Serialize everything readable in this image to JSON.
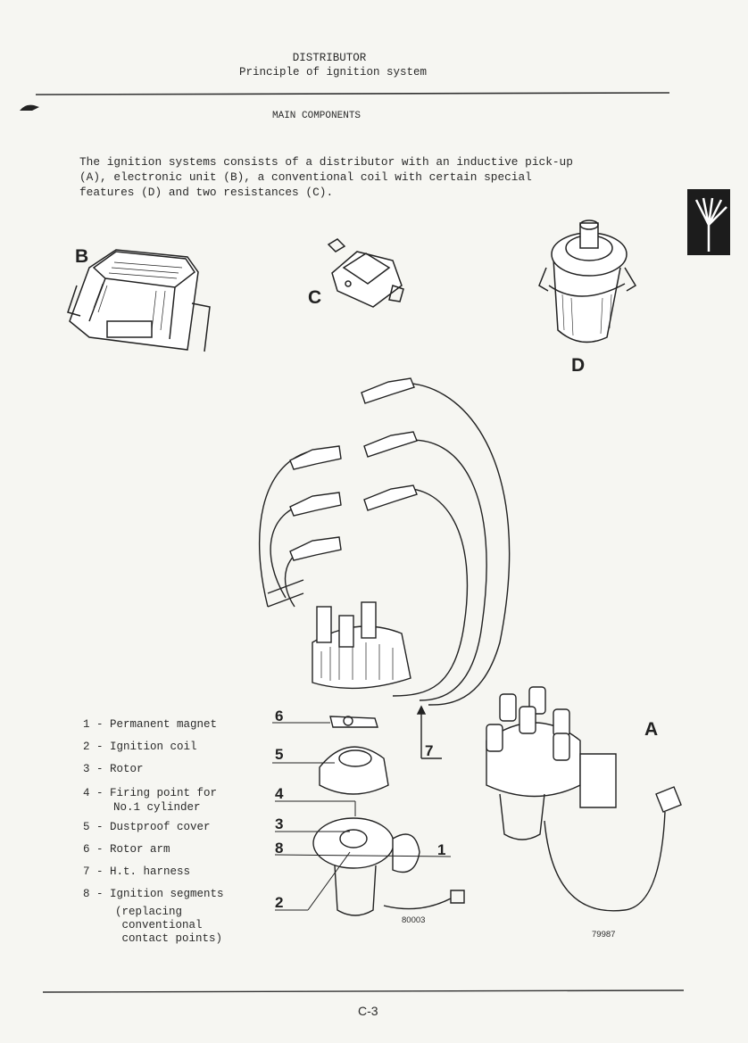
{
  "header": {
    "title": "DISTRIBUTOR",
    "subtitle": "Principle of ignition system"
  },
  "section_title": "MAIN COMPONENTS",
  "intro": {
    "lines": [
      "The ignition systems consists of a distributor with an inductive pick-up",
      "(A), electronic unit (B), a conventional coil with certain special",
      "features (D) and two resistances (C)."
    ]
  },
  "figure_labels": {
    "a": "A",
    "b": "B",
    "c": "C",
    "d": "D"
  },
  "callouts": [
    "1",
    "2",
    "3",
    "4",
    "5",
    "6",
    "7",
    "8"
  ],
  "legend": [
    {
      "text": "1 - Permanent magnet"
    },
    {
      "text": "2 - Ignition coil"
    },
    {
      "text": "3 - Rotor"
    },
    {
      "text": "4 - Firing point for",
      "cont": [
        "No.1 cylinder"
      ]
    },
    {
      "text": "5 - Dustproof cover"
    },
    {
      "text": "6 - Rotor arm"
    },
    {
      "text": "7 - H.t. harness"
    },
    {
      "text": "8 - Ignition segments",
      "cont": [
        "(replacing",
        " conventional",
        " contact points)"
      ]
    }
  ],
  "figure_refs": {
    "left": "80003",
    "right": "79987"
  },
  "footer": {
    "page": "C-3"
  },
  "side_tab_icon": "wiring-harness-icon"
}
